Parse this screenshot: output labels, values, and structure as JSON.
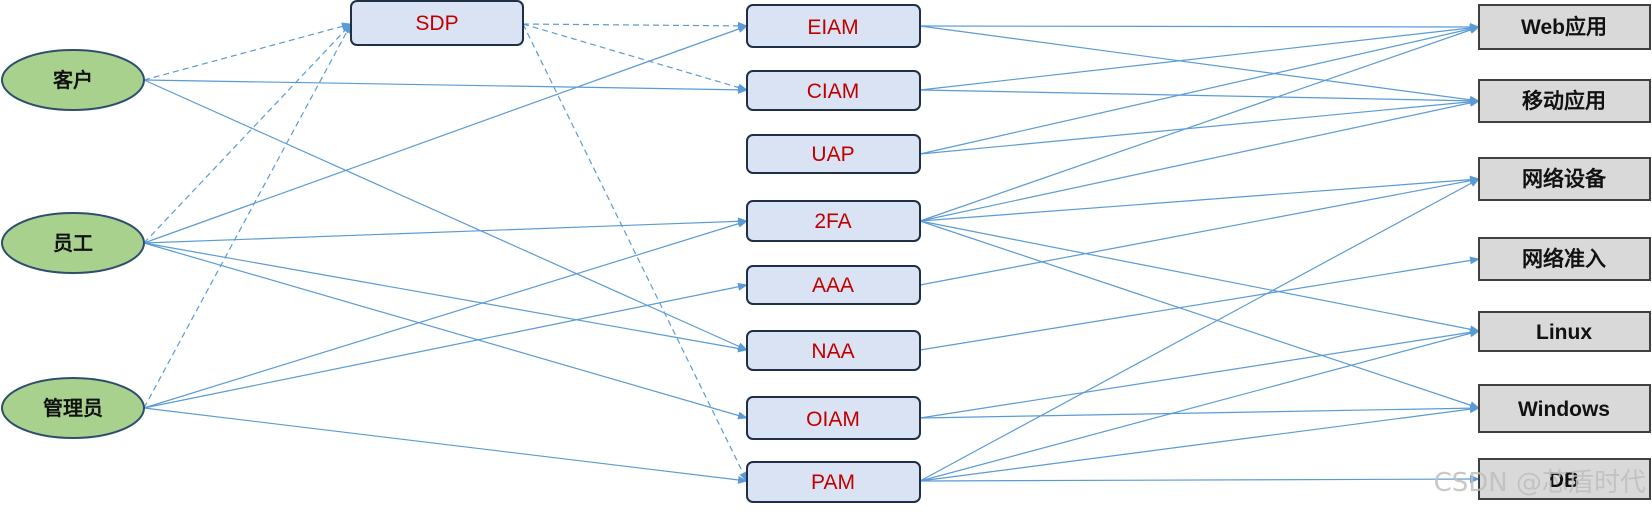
{
  "colors": {
    "line": "#5b9bd5",
    "user_fill": "#a9d18e",
    "user_stroke": "#2e4e6e",
    "service_fill": "#dae3f3",
    "service_stroke": "#1f2f45",
    "service_text": "#c00000",
    "resource_fill": "#d9d9d9",
    "resource_stroke": "#404040"
  },
  "users": [
    {
      "id": "customer",
      "label": "客户"
    },
    {
      "id": "employee",
      "label": "员工"
    },
    {
      "id": "admin",
      "label": "管理员"
    }
  ],
  "services": [
    {
      "id": "sdp",
      "label": "SDP"
    },
    {
      "id": "eiam",
      "label": "EIAM"
    },
    {
      "id": "ciam",
      "label": "CIAM"
    },
    {
      "id": "uap",
      "label": "UAP"
    },
    {
      "id": "2fa",
      "label": "2FA"
    },
    {
      "id": "aaa",
      "label": "AAA"
    },
    {
      "id": "naa",
      "label": "NAA"
    },
    {
      "id": "oiam",
      "label": "OIAM"
    },
    {
      "id": "pam",
      "label": "PAM"
    }
  ],
  "resources": [
    {
      "id": "web",
      "label": "Web应用"
    },
    {
      "id": "mobile",
      "label": "移动应用"
    },
    {
      "id": "netdev",
      "label": "网络设备"
    },
    {
      "id": "netaccess",
      "label": "网络准入"
    },
    {
      "id": "linux",
      "label": "Linux"
    },
    {
      "id": "windows",
      "label": "Windows"
    },
    {
      "id": "db",
      "label": "DB"
    }
  ],
  "edges": [
    {
      "from": "customer",
      "to": "sdp",
      "style": "dashed"
    },
    {
      "from": "customer",
      "to": "ciam",
      "style": "solid"
    },
    {
      "from": "customer",
      "to": "naa",
      "style": "solid"
    },
    {
      "from": "employee",
      "to": "sdp",
      "style": "dashed"
    },
    {
      "from": "employee",
      "to": "eiam",
      "style": "solid"
    },
    {
      "from": "employee",
      "to": "2fa",
      "style": "solid"
    },
    {
      "from": "employee",
      "to": "naa",
      "style": "solid"
    },
    {
      "from": "employee",
      "to": "oiam",
      "style": "solid"
    },
    {
      "from": "admin",
      "to": "sdp",
      "style": "dashed"
    },
    {
      "from": "admin",
      "to": "2fa",
      "style": "solid"
    },
    {
      "from": "admin",
      "to": "aaa",
      "style": "solid"
    },
    {
      "from": "admin",
      "to": "pam",
      "style": "solid"
    },
    {
      "from": "sdp",
      "to": "eiam",
      "style": "dashed"
    },
    {
      "from": "sdp",
      "to": "ciam",
      "style": "dashed"
    },
    {
      "from": "sdp",
      "to": "pam",
      "style": "dashed"
    },
    {
      "from": "eiam",
      "to": "web",
      "style": "solid"
    },
    {
      "from": "eiam",
      "to": "mobile",
      "style": "solid"
    },
    {
      "from": "ciam",
      "to": "web",
      "style": "solid"
    },
    {
      "from": "ciam",
      "to": "mobile",
      "style": "solid"
    },
    {
      "from": "uap",
      "to": "web",
      "style": "solid"
    },
    {
      "from": "uap",
      "to": "mobile",
      "style": "solid"
    },
    {
      "from": "2fa",
      "to": "web",
      "style": "solid"
    },
    {
      "from": "2fa",
      "to": "mobile",
      "style": "solid"
    },
    {
      "from": "2fa",
      "to": "netdev",
      "style": "solid"
    },
    {
      "from": "2fa",
      "to": "linux",
      "style": "solid"
    },
    {
      "from": "2fa",
      "to": "windows",
      "style": "solid"
    },
    {
      "from": "aaa",
      "to": "netdev",
      "style": "solid"
    },
    {
      "from": "naa",
      "to": "netaccess",
      "style": "solid"
    },
    {
      "from": "oiam",
      "to": "linux",
      "style": "solid"
    },
    {
      "from": "oiam",
      "to": "windows",
      "style": "solid"
    },
    {
      "from": "pam",
      "to": "netdev",
      "style": "solid"
    },
    {
      "from": "pam",
      "to": "linux",
      "style": "solid"
    },
    {
      "from": "pam",
      "to": "windows",
      "style": "solid"
    },
    {
      "from": "pam",
      "to": "db",
      "style": "solid"
    }
  ],
  "watermark": "CSDN @芯盾时代"
}
